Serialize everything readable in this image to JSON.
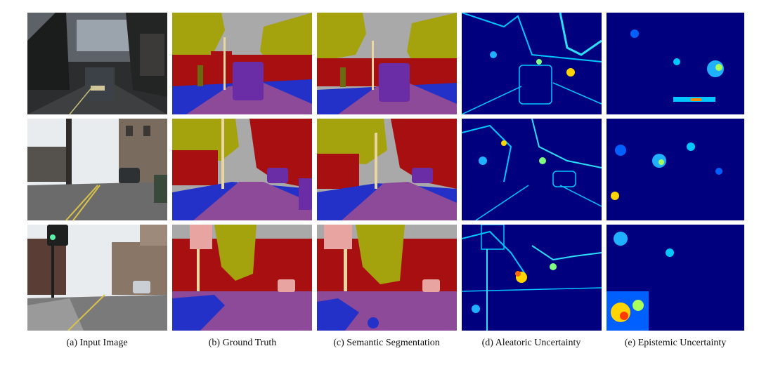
{
  "figure": {
    "captions": [
      "(a) Input Image",
      "(b) Ground Truth",
      "(c) Semantic Segmentation",
      "(d) Aleatoric Uncertainty",
      "(e) Epistemic Uncertainty"
    ],
    "rows": 3,
    "columns": [
      "input-image",
      "ground-truth",
      "semantic-segmentation",
      "aleatoric-uncertainty",
      "epistemic-uncertainty"
    ],
    "colors": {
      "road": "#8c4a98",
      "sidewalk": "#2431c8",
      "building": "#a80f10",
      "vegetation": "#a4a30d",
      "sky": "#a9a9a9",
      "car": "#6b2da5",
      "pole": "#e9d6a1",
      "sign": "#e7a4a0",
      "pedestrian": "#6b6a12",
      "uncertainty_low": "#00007f",
      "uncertainty_mid": "#00c8ff",
      "uncertainty_high": "#ffd400"
    }
  }
}
